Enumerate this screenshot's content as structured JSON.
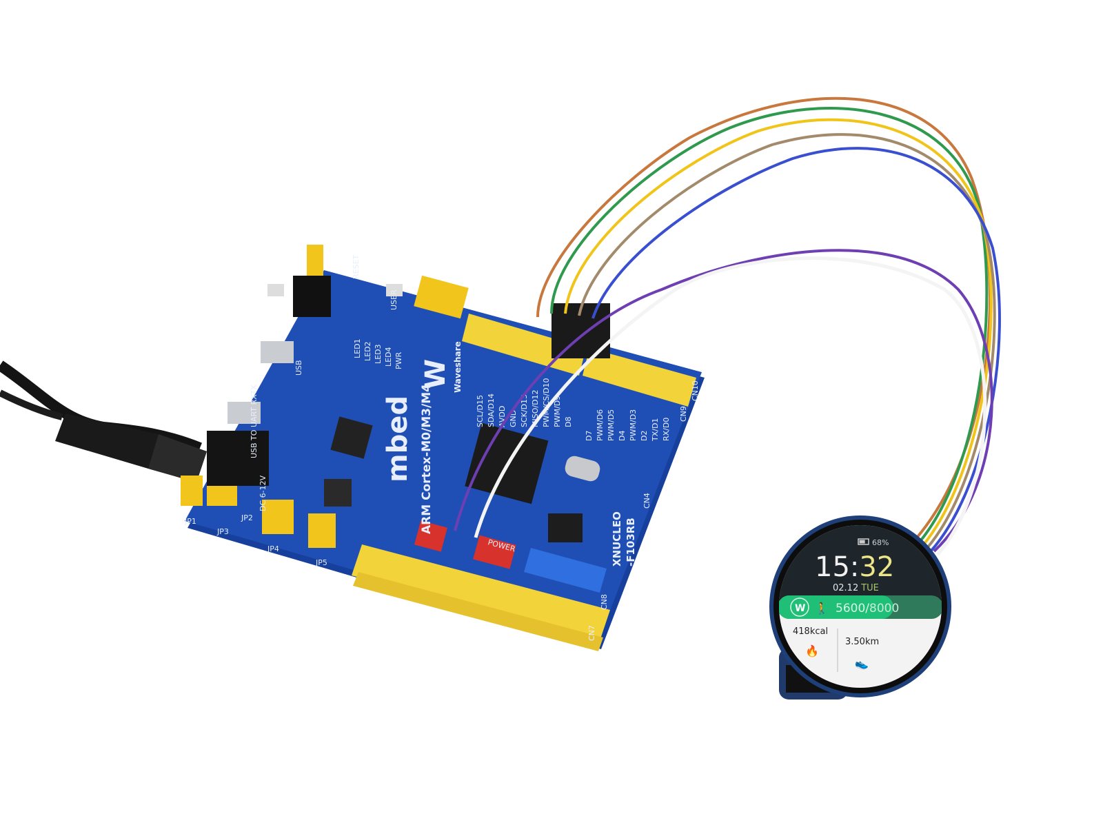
{
  "board": {
    "brand_logo": "mbed",
    "series": "ARM Cortex-M0/M3/M4",
    "maker": "Waveshare",
    "model_line1": "XNUCLEO",
    "model_line2": "-F103RB",
    "labels": {
      "usb": "USB",
      "uart": "USB TO UART RXTX",
      "dc_in": "DC 6-12V",
      "reset": "RESET",
      "user": "USER",
      "power": "POWER",
      "leds": [
        "LED1",
        "LED2",
        "LED3",
        "LED4",
        "PWR"
      ],
      "jumpers": [
        "JP1",
        "JP2",
        "JP3",
        "JP4",
        "JP5"
      ],
      "connectors": [
        "CN10",
        "CN9",
        "CN8",
        "CN7",
        "CN4"
      ],
      "header_pins_top": [
        "SCL/D15",
        "SDA/D14",
        "AVDD",
        "GND",
        "SCK/D13",
        "MISO/D12",
        "PWM/CS/D10",
        "PWM/D9",
        "D8"
      ],
      "header_pins_right": [
        "D7",
        "PWM/D6",
        "PWM/D5",
        "D4",
        "PWM/D3",
        "D2",
        "TX/D1",
        "RX/D0"
      ]
    },
    "colors": {
      "pcb": "#1f4fb5",
      "header": "#f2d33a",
      "jumper_red": "#d8322c"
    }
  },
  "display": {
    "battery_percent": "68%",
    "battery_level": 0.68,
    "time_hours": "15",
    "time_sep": ":",
    "time_minutes": "32",
    "date": "02.12",
    "weekday": "TUE",
    "steps": "5600",
    "steps_sep": "/",
    "steps_goal": "8000",
    "steps_progress": 0.7,
    "calories": "418kcal",
    "distance": "3.50km",
    "icons": [
      "battery-icon",
      "waveshare-logo-icon",
      "walking-person-icon",
      "flame-icon",
      "shoe-icon"
    ],
    "colors": {
      "accent_green": "#1fbf78",
      "dark_green": "#2f7a5a",
      "minutes_yellow": "#ece58a",
      "weekday_green": "#a9c46a"
    }
  },
  "wires": {
    "colors": [
      "#c8773d",
      "#2f9a4e",
      "#f0c419",
      "#a38a6a",
      "#3a4fd0",
      "#6e3fb3",
      "#f4f4f4"
    ]
  }
}
